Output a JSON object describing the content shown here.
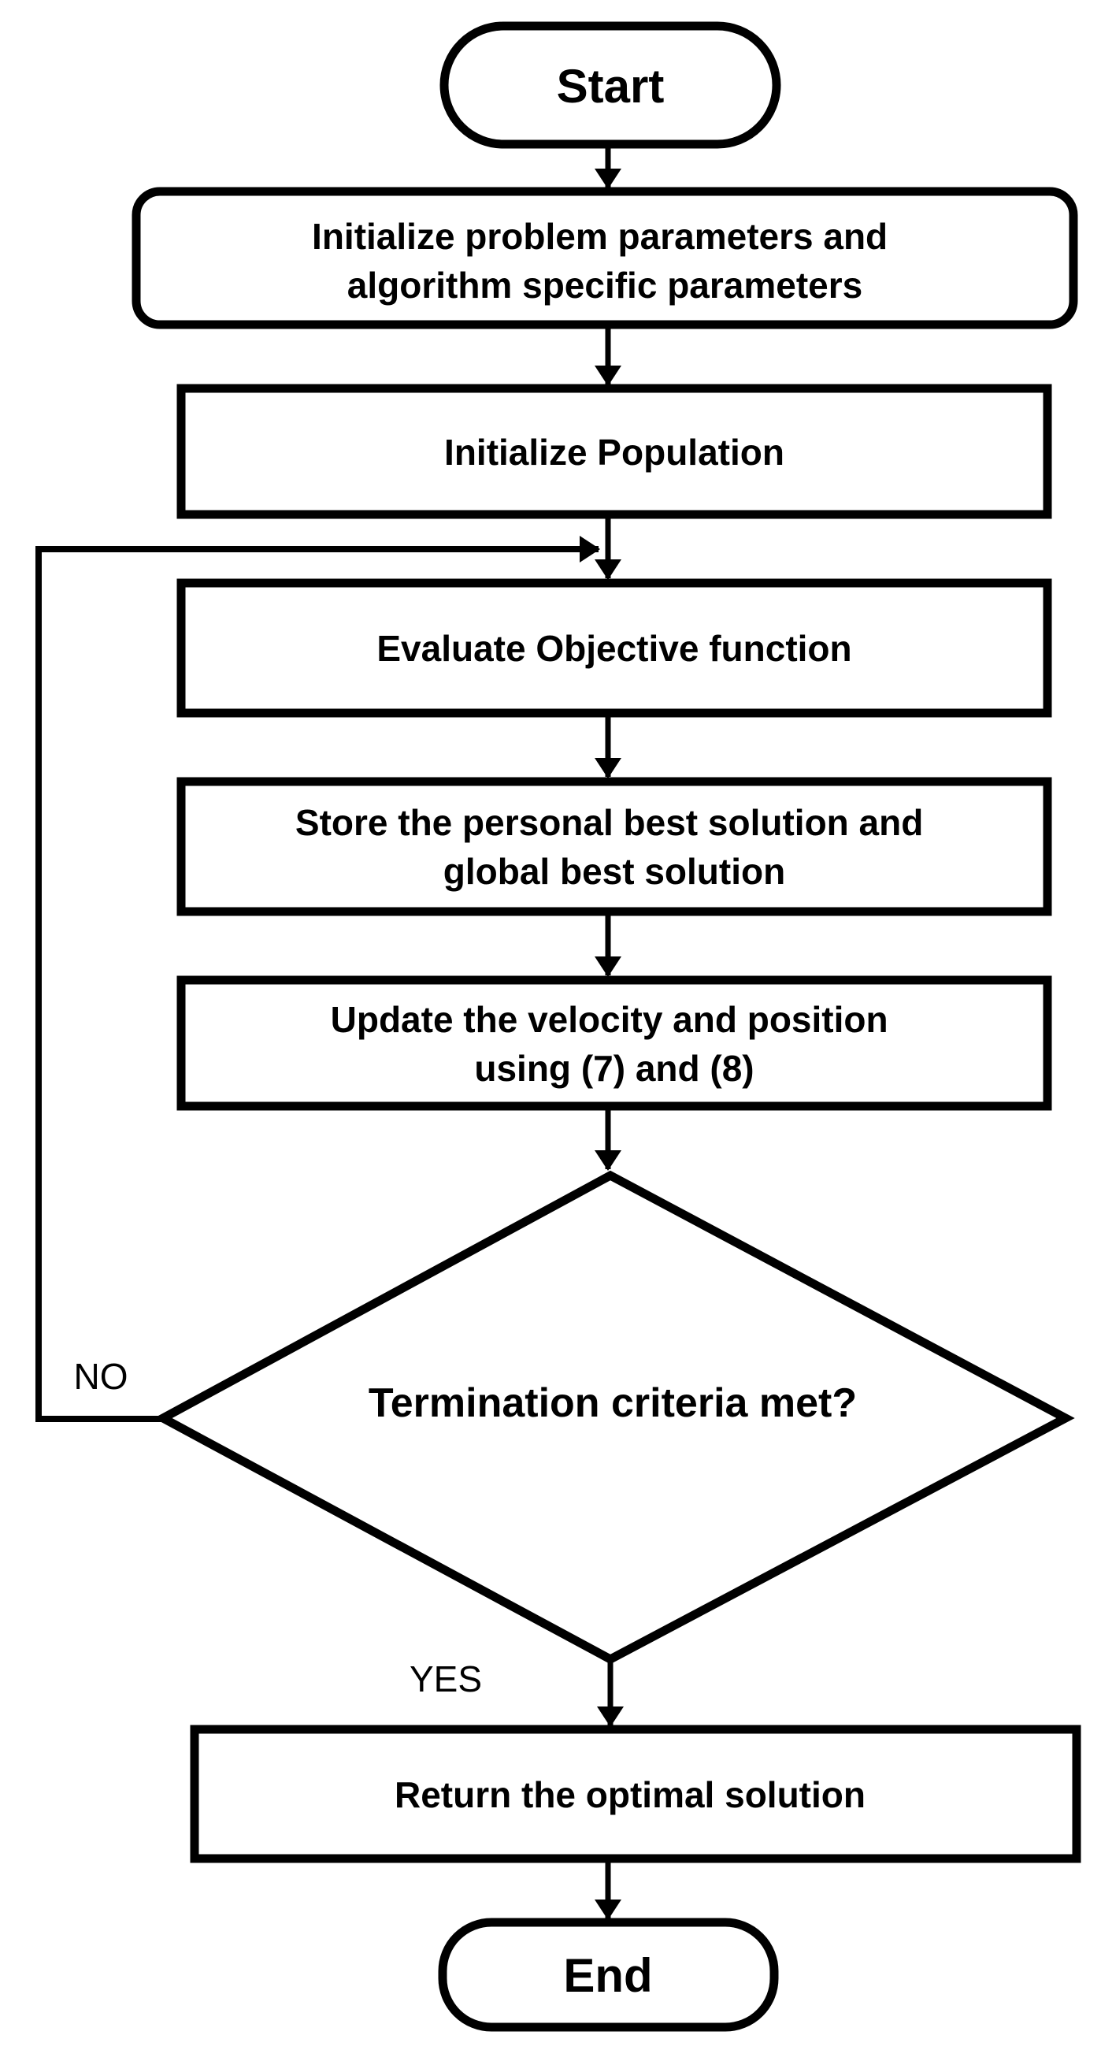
{
  "figure": {
    "title": "PSO algorithm flowchart",
    "background_color": "#ffffff",
    "line_color": "#000000",
    "text_color": "#000000"
  },
  "nodes": {
    "start": {
      "type": "terminator",
      "label": "Start"
    },
    "init_params": {
      "type": "process",
      "lines": [
        "Initialize problem parameters and",
        "algorithm specific parameters"
      ]
    },
    "init_population": {
      "type": "process",
      "lines": [
        "Initialize Population"
      ]
    },
    "evaluate": {
      "type": "process",
      "lines": [
        "Evaluate Objective function"
      ]
    },
    "store_best": {
      "type": "process",
      "lines": [
        "Store the personal best solution and",
        "global best solution"
      ]
    },
    "update_velocity": {
      "type": "process",
      "lines": [
        "Update the velocity and position",
        "using (7) and (8)"
      ]
    },
    "termination": {
      "type": "decision",
      "label": "Termination criteria met?"
    },
    "return_solution": {
      "type": "process",
      "lines": [
        "Return the optimal solution"
      ]
    },
    "end": {
      "type": "terminator",
      "label": "End"
    }
  },
  "edge_labels": {
    "no": "NO",
    "yes": "YES"
  }
}
